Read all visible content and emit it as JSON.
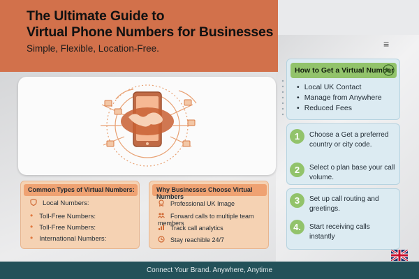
{
  "hero": {
    "title_line1": "The Ultimate Guide to",
    "title_line2": "Virtual Phone Numbers for Businesses",
    "subtitle": "Simple, Flexible, Location-Free."
  },
  "menu_glyph": "≡",
  "how": {
    "title": "How to Get a Virtual Number",
    "items": [
      "Local UK Contact",
      "Manage from Anywhere",
      "Reduced Fees"
    ]
  },
  "steps": [
    {
      "num": "1",
      "text": "Choose a Get a preferred country or city code."
    },
    {
      "num": "2",
      "text": "Select o plan base your call volume."
    },
    {
      "num": "3",
      "text": "Set up call routing and greetings."
    },
    {
      "num": "4.",
      "text": "Start receiving calls instantly"
    }
  ],
  "types": {
    "title": "Common Types of Virtual Numbers:",
    "items": [
      "Local Numbers:",
      "Toll-Free Numbers:",
      "Toll-Free Numbers:",
      "International Numbers:"
    ]
  },
  "why": {
    "title": "Why Businesses Choose Virtual Numbers",
    "items": [
      "Professional UK Image",
      "Forward calls to multiple team members",
      "Track call analytics",
      "Stay reachible 24/7"
    ]
  },
  "footer": {
    "text": "Connect Your Brand. Anywhere, Anytime"
  },
  "colors": {
    "hero": "#d2714b",
    "accent_green": "#92c36b",
    "panel_blue": "#dcebf2",
    "panel_peach": "#f5d2b3",
    "header_orange": "#efa272",
    "footer": "#235159"
  },
  "icons": {
    "how_header": "phone-icon",
    "illustration": "smartphone-world-map-icon",
    "types_first": "shield-icon",
    "why": [
      "certificate-icon",
      "people-forward-icon",
      "bar-chart-icon",
      "clock-icon"
    ],
    "corner": "uk-flag-icon"
  }
}
